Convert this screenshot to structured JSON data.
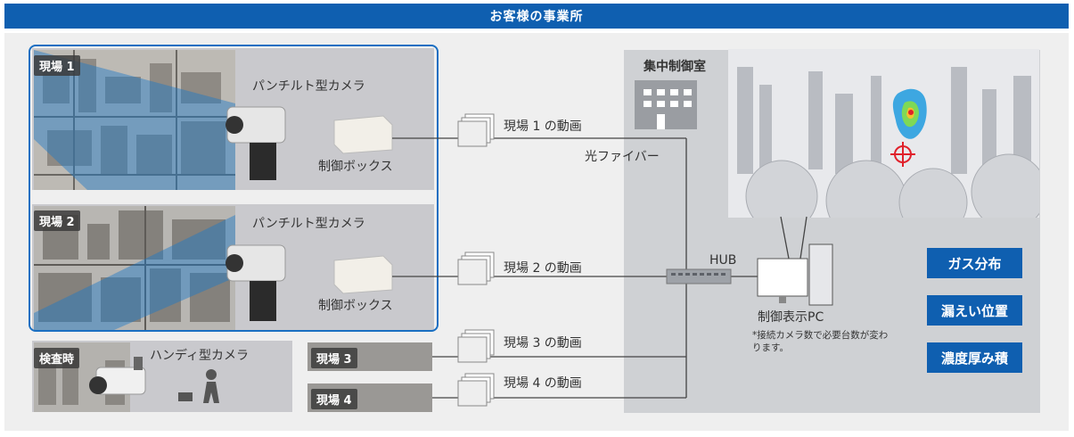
{
  "header": {
    "title": "お客様の事業所"
  },
  "sites": [
    {
      "tag": "現場 1",
      "camera_label": "パンチルト型カメラ",
      "box_label": "制御ボックス",
      "video_label": "現場 1 の動画"
    },
    {
      "tag": "現場 2",
      "camera_label": "パンチルト型カメラ",
      "box_label": "制御ボックス",
      "video_label": "現場 2 の動画"
    },
    {
      "tag": "現場 3",
      "video_label": "現場 3 の動画"
    },
    {
      "tag": "現場 4",
      "video_label": "現場 4 の動画"
    }
  ],
  "inspection": {
    "tag": "検査時",
    "camera_label": "ハンディ型カメラ"
  },
  "network": {
    "fiber_label": "光ファイバー",
    "hub_label": "HUB"
  },
  "control_room": {
    "title": "集中制御室",
    "pc_label": "制御表示PC",
    "note": "*接続カメラ数で必要台数が変わります。"
  },
  "features": [
    "ガス分布",
    "漏えい位置",
    "濃度厚み積"
  ],
  "colors": {
    "brand_blue": "#0f5fb0",
    "frame_blue": "#1a6fc2",
    "gas_red": "#e0202a"
  }
}
